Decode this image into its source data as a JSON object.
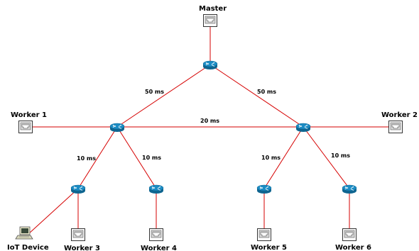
{
  "nodes": {
    "master": {
      "label": "Master",
      "icon": "switch-icon"
    },
    "worker1": {
      "label": "Worker 1",
      "icon": "switch-icon"
    },
    "worker2": {
      "label": "Worker 2",
      "icon": "switch-icon"
    },
    "worker3": {
      "label": "Worker 3",
      "icon": "switch-icon"
    },
    "worker4": {
      "label": "Worker 4",
      "icon": "switch-icon"
    },
    "worker5": {
      "label": "Worker 5",
      "icon": "switch-icon"
    },
    "worker6": {
      "label": "Worker 6",
      "icon": "switch-icon"
    },
    "iot": {
      "label": "IoT Device",
      "icon": "computer-icon"
    },
    "routers": {
      "icon": "router-icon",
      "count": 7
    }
  },
  "links": {
    "core_left": "50 ms",
    "core_right": "50 ms",
    "left_right": "20 ms",
    "left_a": "10 ms",
    "left_b": "10 ms",
    "right_a": "10 ms",
    "right_b": "10 ms"
  },
  "colors": {
    "link": "#d60000",
    "router": "#1c8cc4",
    "router_dark": "#0f6590"
  }
}
